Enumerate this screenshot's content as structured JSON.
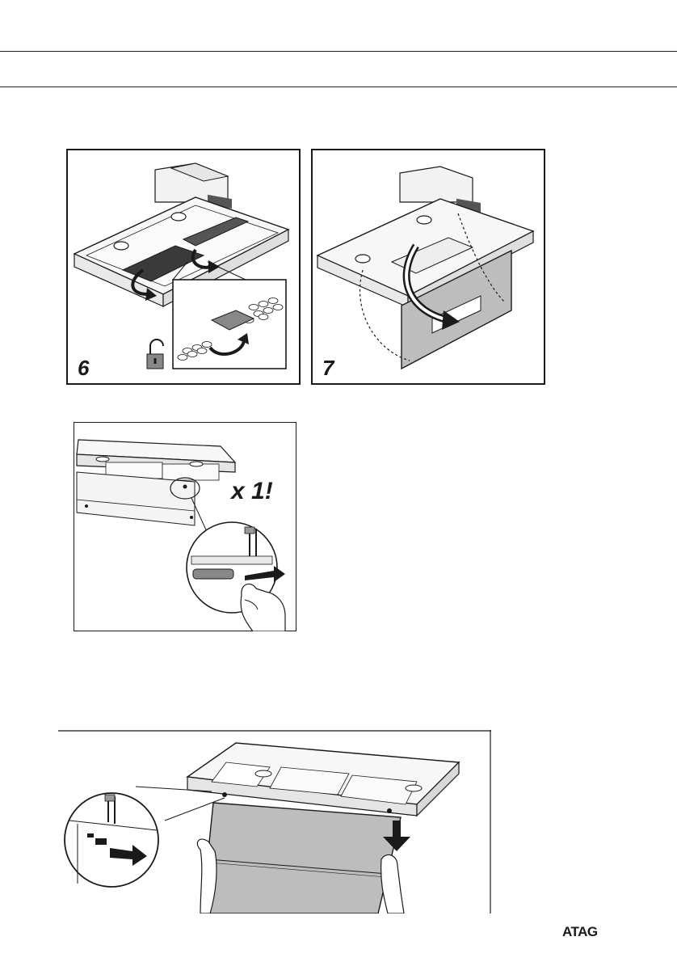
{
  "figures": {
    "step6": {
      "label": "6"
    },
    "step7": {
      "label": "7"
    },
    "clip": {
      "count_label": "x 1!"
    },
    "remove": {}
  },
  "footer": {
    "brand": "ATAG"
  },
  "colors": {
    "panel_gray": "#bdbdbd",
    "filter_dark": "#3a3a3a",
    "line": "#1a1a1a"
  }
}
